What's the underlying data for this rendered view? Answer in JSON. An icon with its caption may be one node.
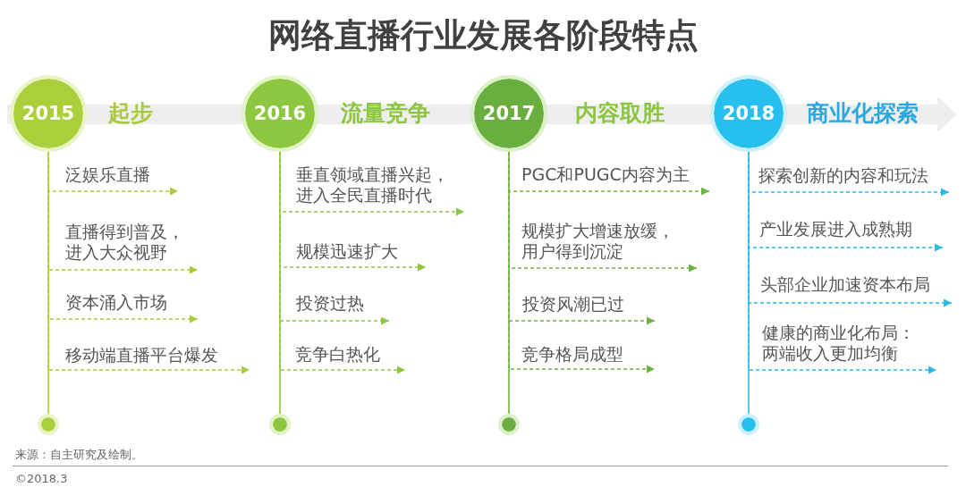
{
  "diagram": {
    "title": "网络直播行业发展各阶段特点",
    "nodes": [
      {
        "text": [
          "2015"
        ],
        "beside": [
          "起步"
        ]
      },
      {
        "text": [
          "泛娱乐直播"
        ]
      },
      {
        "text": [
          "直播得到普及，进入大众视野"
        ]
      },
      {
        "text": [
          "资本涌入市场"
        ]
      },
      {
        "text": [
          "移动端直播平台爆发"
        ]
      },
      {
        "text": [],
        "shape": "circle"
      },
      {
        "text": [
          "2016"
        ],
        "beside": [
          "流量竞争"
        ]
      },
      {
        "text": [
          "垂直领域直播兴起，进入全民直播时代"
        ]
      },
      {
        "text": [
          "规模迅速扩大"
        ]
      },
      {
        "text": [
          "投资过热"
        ]
      },
      {
        "text": [
          "竞争白热化"
        ]
      },
      {
        "text": [],
        "shape": "circle"
      },
      {
        "text": [
          "2017"
        ],
        "beside": [
          "内容取胜"
        ]
      },
      {
        "text": [
          "PGC和PUGC内容为主"
        ]
      },
      {
        "text": [
          "规模扩大增速放缓，用户得到沉淀"
        ]
      },
      {
        "text": [
          "投资风潮已过"
        ]
      },
      {
        "text": [
          "竞争格局成型"
        ]
      },
      {
        "text": [],
        "shape": "circle"
      },
      {
        "text": [
          "2018"
        ],
        "beside": [
          "商业化探索"
        ]
      },
      {
        "text": [
          "探索创新的内容和玩法"
        ]
      },
      {
        "text": [
          "产业发展进入成熟期"
        ]
      },
      {
        "text": [
          "头部企业加速资本布局"
        ]
      },
      {
        "text": [
          "健康的商业化布局：两端收入更加均衡"
        ]
      },
      {
        "text": [],
        "shape": "circle"
      }
    ],
    "edges": [
      {
        "from": 0,
        "to": 5,
        "arrow": "none",
        "color": "#a9cd3a"
      },
      {
        "from": 0,
        "to": 1,
        "arrow": "to",
        "style": "dashed",
        "color": "#a9cd3a"
      },
      {
        "from": 0,
        "to": 2,
        "arrow": "to",
        "style": "dashed",
        "color": "#a9cd3a"
      },
      {
        "from": 0,
        "to": 3,
        "arrow": "to",
        "style": "dashed",
        "color": "#a9cd3a"
      },
      {
        "from": 0,
        "to": 4,
        "arrow": "to",
        "style": "dashed",
        "color": "#a9cd3a"
      },
      {
        "from": 6,
        "to": 11,
        "arrow": "none",
        "color": "#8dc641"
      },
      {
        "from": 6,
        "to": 7,
        "arrow": "to",
        "style": "dashed",
        "color": "#8dc641"
      },
      {
        "from": 6,
        "to": 8,
        "arrow": "to",
        "style": "dashed",
        "color": "#8dc641"
      },
      {
        "from": 6,
        "to": 9,
        "arrow": "to",
        "style": "dashed",
        "color": "#8dc641"
      },
      {
        "from": 6,
        "to": 10,
        "arrow": "to",
        "style": "dashed",
        "color": "#8dc641"
      },
      {
        "from": 12,
        "to": 17,
        "arrow": "none",
        "color": "#6db33f"
      },
      {
        "from": 12,
        "to": 13,
        "arrow": "to",
        "style": "dashed",
        "color": "#6db33f"
      },
      {
        "from": 12,
        "to": 14,
        "arrow": "to",
        "style": "dashed",
        "color": "#6db33f"
      },
      {
        "from": 12,
        "to": 15,
        "arrow": "to",
        "style": "dashed",
        "color": "#6db33f"
      },
      {
        "from": 12,
        "to": 16,
        "arrow": "to",
        "style": "dashed",
        "color": "#6db33f"
      },
      {
        "from": 18,
        "to": 23,
        "arrow": "none",
        "color": "#29b9e8"
      },
      {
        "from": 18,
        "to": 19,
        "arrow": "to",
        "style": "dashed",
        "color": "#29b9e8"
      },
      {
        "from": 18,
        "to": 20,
        "arrow": "to",
        "style": "dashed",
        "color": "#29b9e8"
      },
      {
        "from": 18,
        "to": 21,
        "arrow": "to",
        "style": "dashed",
        "color": "#29b9e8"
      },
      {
        "from": 18,
        "to": 22,
        "arrow": "to",
        "style": "dashed",
        "color": "#29b9e8"
      }
    ],
    "labels": [
      "来源：自主研究及绘制。",
      "©2018.3"
    ]
  }
}
